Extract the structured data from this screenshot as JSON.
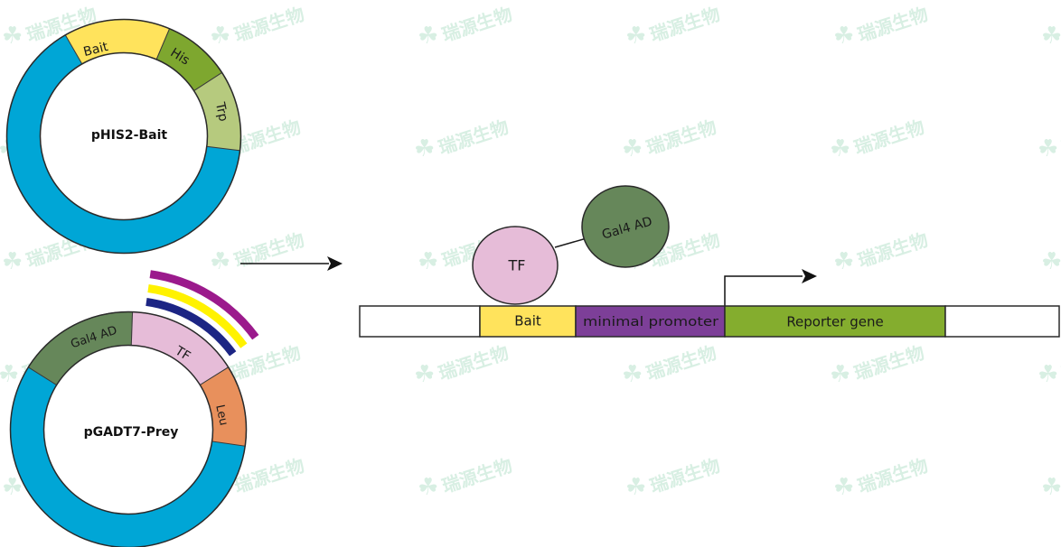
{
  "colors": {
    "backbone": "#00a6d6",
    "bait": "#ffe35c",
    "his": "#7ea72f",
    "trp": "#b6ca7e",
    "gal4ad": "#66875a",
    "tf": "#e6bcd8",
    "leu": "#e8905c",
    "promoter": "#7d3f98",
    "reporter": "#84ad2e",
    "arc_purple": "#9b1a8c",
    "arc_yellow": "#fff200",
    "arc_navy": "#1c2584",
    "watermark": "#d8efe3"
  },
  "plasmid_bait": {
    "name": "pHIS2-Bait",
    "segments": [
      {
        "label": "Bait"
      },
      {
        "label": "His"
      },
      {
        "label": "Trp"
      }
    ]
  },
  "plasmid_prey": {
    "name": "pGADT7-Prey",
    "segments": [
      {
        "label": "Gal4 AD"
      },
      {
        "label": "TF"
      },
      {
        "label": "Leu"
      }
    ]
  },
  "complex": {
    "tf_label": "TF",
    "ad_label": "Gal4 AD"
  },
  "construct": {
    "bait_label": "Bait",
    "promoter_label": "minimal promoter",
    "reporter_label": "Reporter gene"
  },
  "watermark": {
    "text": "瑞源生物"
  }
}
